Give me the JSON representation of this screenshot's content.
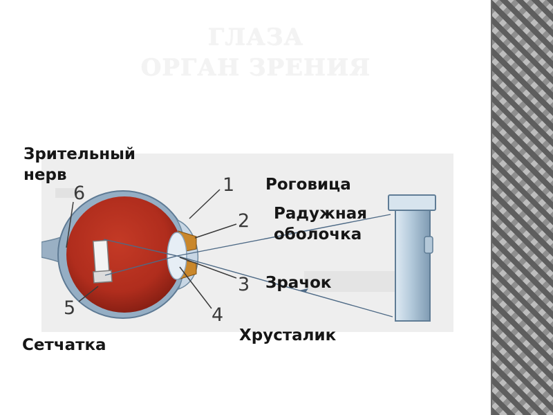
{
  "slide": {
    "title_line1": "ГЛАЗА",
    "title_line2": "ОРГАН ЗРЕНИЯ"
  },
  "labels": {
    "optic_nerve_line1": "Зрительный",
    "optic_nerve_line2": "нерв",
    "cornea": "Роговица",
    "iris_line1": "Радужная",
    "iris_line2": "оболочка",
    "pupil": "Зрачок",
    "retina": "Сетчатка",
    "lens": "Хрусталик"
  },
  "diagram": {
    "numbers": [
      "1",
      "2",
      "3",
      "4",
      "5",
      "6"
    ]
  },
  "colors": {
    "eyeball": "#b8301f",
    "sclera": "#8fa6bd",
    "background_panel": "#eeeeee",
    "flashlight": "#a8c2d6"
  }
}
